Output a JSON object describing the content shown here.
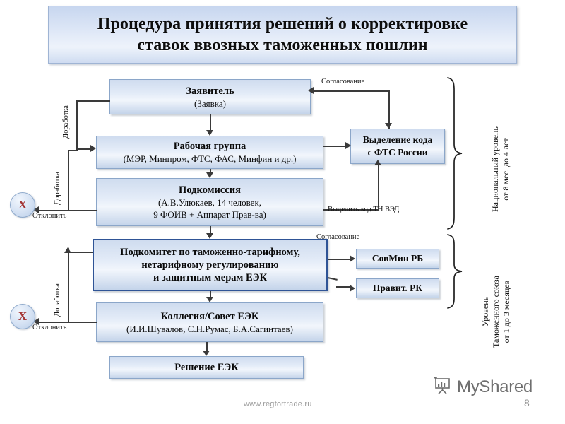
{
  "slide": {
    "title": "Процедура принятия решений о корректировке ставок ввозных таможенных пошлин",
    "title_line1": "Процедура принятия решений о корректировке",
    "title_line2": "ставок ввозных таможенных пошлин"
  },
  "boxes": {
    "applicant": {
      "line1": "Заявитель",
      "line2": "(Заявка)"
    },
    "workgroup": {
      "line1": "Рабочая группа",
      "line2": "(МЭР, Минпром, ФТС, ФАС, Минфин и др.)"
    },
    "subcommission": {
      "line1": "Подкомиссия",
      "line2": "(А.В.Улюкаев, 14 человек,",
      "line3": "9 ФОИВ + Аппарат Прав-ва)"
    },
    "fts": {
      "line1": "Выделение кода",
      "line2": "с ФТС России"
    },
    "subcommittee": {
      "line1": "Подкомитет по таможенно-тарифному,",
      "line2": "нетарифному регулированию",
      "line3": "и защитным мерам ЕЭК"
    },
    "sovmin": {
      "line1": "СовМин РБ"
    },
    "pravit": {
      "line1": "Правит. РК"
    },
    "kollegia": {
      "line1": "Коллегия/Совет ЕЭК",
      "line2": "(И.И.Шувалов, С.Н.Румас, Б.А.Сагинтаев)"
    },
    "decision": {
      "line1": "Решение ЕЭК"
    }
  },
  "connector_labels": {
    "soglasovanie_top": "Согласование",
    "soglasovanie_bottom": "Согласование",
    "vydelit_kod": "Выделить код ТН ВЭД",
    "dorabotka_1": "Доработка",
    "dorabotka_2": "Доработка",
    "dorabotka_3": "Доработка",
    "otklonit_1": "Отклонить",
    "otklonit_2": "Отклонить"
  },
  "reject_markers": {
    "mark": "X",
    "color": "#a33434"
  },
  "side_captions": {
    "national": {
      "line1": "Национальный уровень",
      "line2": "от 8 мес. до 4 лет"
    },
    "customs_union": {
      "line1": "Уровень",
      "line2": "Таможенного союза",
      "line3": "от 1 до 3 месяцев"
    }
  },
  "footer": {
    "url": "www.regfortrade.ru",
    "page_number": "8",
    "brand": "MyShared",
    "brand_icon": "presentation-board-icon"
  },
  "colors": {
    "box_fill_top": "#cfdcef",
    "box_fill_mid": "#f2f6fc",
    "box_border": "#8ba6c9",
    "emphasis_border": "#2f5496",
    "connector": "#3a3a3a",
    "reject_x": "#a33434",
    "footer_text": "#9b9b9b"
  }
}
